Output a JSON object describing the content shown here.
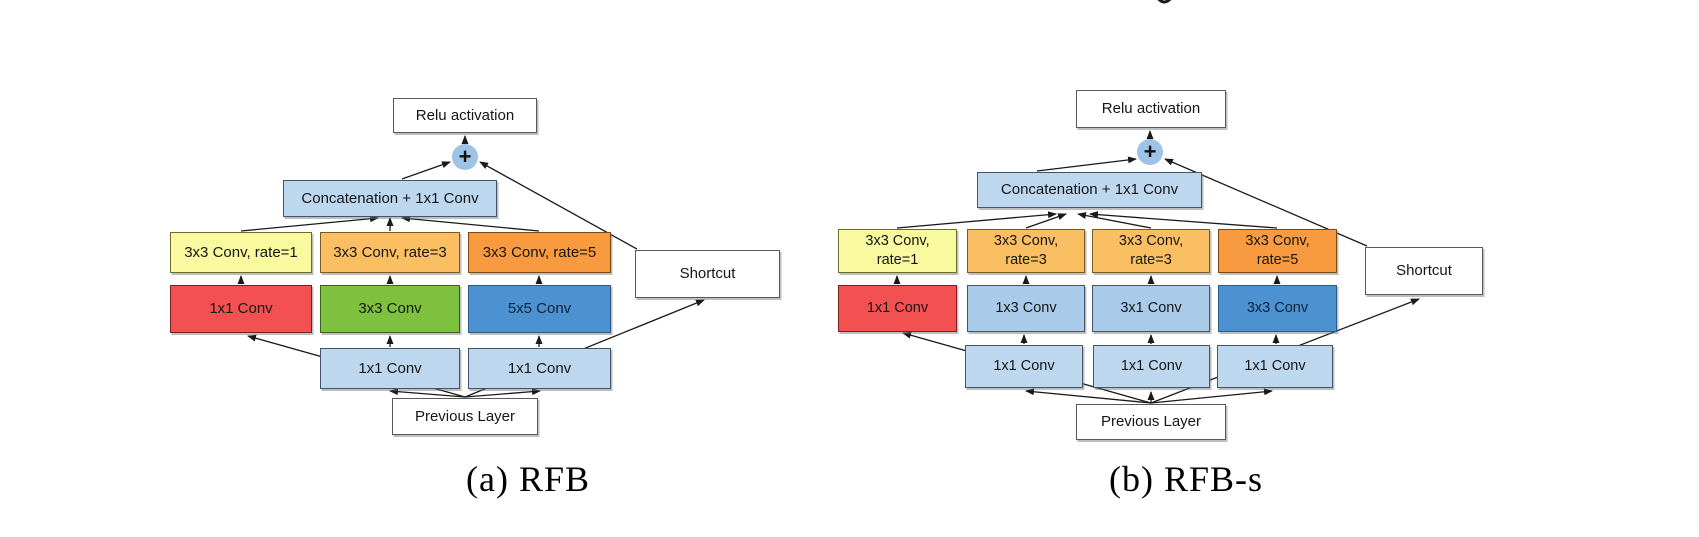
{
  "figure": {
    "description_colors": {
      "light_blue": "#BDD7EE",
      "mid_light_blue": "#A9CAE8",
      "medium_blue": "#4C92D0",
      "pale_yellow": "#F9F9A0",
      "light_orange": "#FBBF63",
      "orange": "#F89B40",
      "red": "#F35151",
      "green": "#7DC13E",
      "plus_circle_blue": "#9DC3E6",
      "arrow_line": "#1a1a1a"
    }
  },
  "diagram_a": {
    "caption": "(a) RFB",
    "nodes": {
      "relu": "Relu activation",
      "plus": "+",
      "concat": "Concatenation + 1x1 Conv",
      "rate1": "3x3 Conv, rate=1",
      "rate3": "3x3 Conv, rate=3",
      "rate5": "3x3 Conv, rate=5",
      "conv_red": "1x1 Conv",
      "conv_green": "3x3 Conv",
      "conv_blue": "5x5 Conv",
      "bottleneck_left": "1x1 Conv",
      "bottleneck_right": "1x1 Conv",
      "prev": "Previous Layer",
      "shortcut": "Shortcut"
    }
  },
  "diagram_b": {
    "caption": "(b) RFB-s",
    "nodes": {
      "relu": "Relu activation",
      "plus": "+",
      "concat": "Concatenation + 1x1 Conv",
      "rate1": "3x3 Conv,\nrate=1",
      "rate3a": "3x3 Conv,\nrate=3",
      "rate3b": "3x3 Conv,\nrate=3",
      "rate5": "3x3 Conv,\nrate=5",
      "conv_red": "1x1 Conv",
      "conv_1x3": "1x3 Conv",
      "conv_3x1": "3x1 Conv",
      "conv_3x3": "3x3 Conv",
      "bottleneck_1": "1x1 Conv",
      "bottleneck_2": "1x1 Conv",
      "bottleneck_3": "1x1 Conv",
      "prev": "Previous Layer",
      "shortcut": "Shortcut"
    }
  }
}
